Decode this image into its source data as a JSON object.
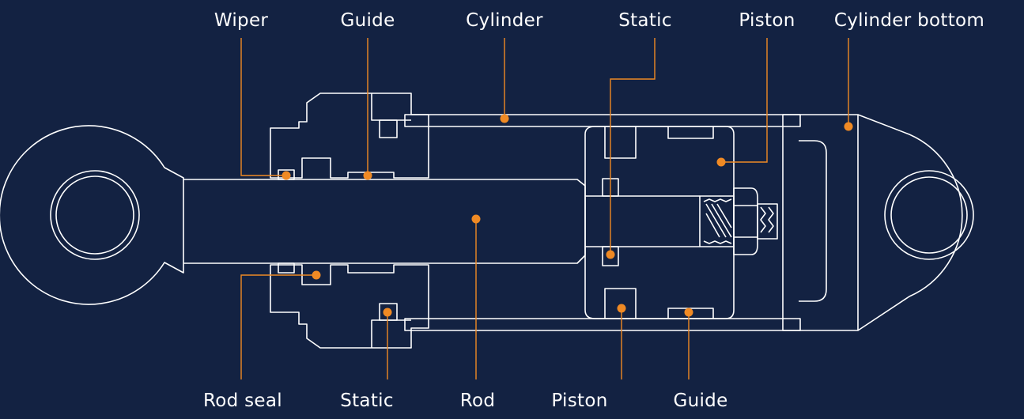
{
  "colors": {
    "background": "#132242",
    "outline": "#ffffff",
    "accent": "#f08a24",
    "label_text": "#ffffff"
  },
  "labels": {
    "top": {
      "wiper": "Wiper",
      "guide": "Guide",
      "cylinder": "Cylinder",
      "static": "Static",
      "piston": "Piston",
      "cylinder_bottom": "Cylinder bottom"
    },
    "bottom": {
      "rod_seal": "Rod seal",
      "static": "Static",
      "rod": "Rod",
      "piston": "Piston",
      "guide": "Guide"
    }
  }
}
